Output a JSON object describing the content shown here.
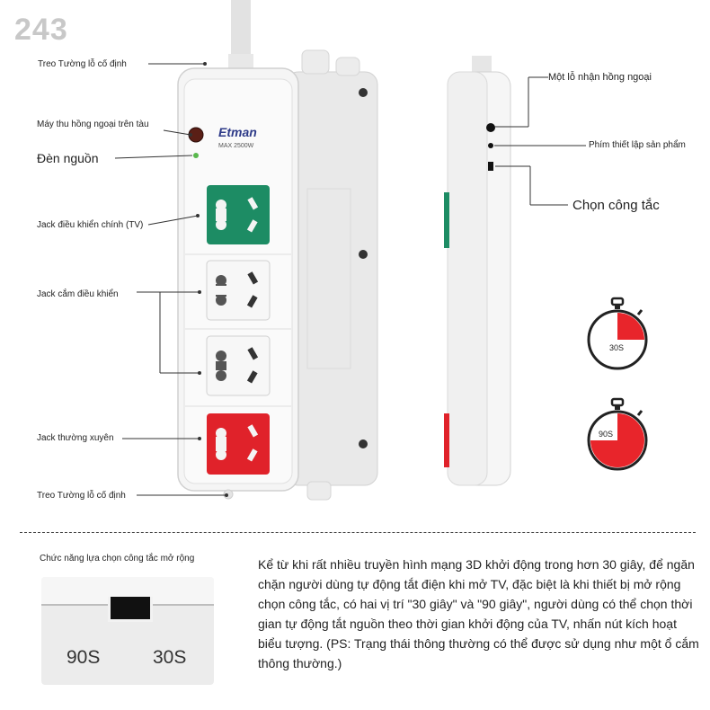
{
  "watermark": "243",
  "front_labels": {
    "wall_hole_top": "Treo Tường lỗ cố định",
    "ir_receiver": "Máy thu hồng ngoại trên tàu",
    "power_light": "Đèn nguồn",
    "main_jack": "Jack điều khiển chính (TV)",
    "controlled_jack": "Jack cắm điều khiển",
    "always_on_jack": "Jack thường xuyên",
    "wall_hole_bottom": "Treo Tường lỗ cố định"
  },
  "brand": {
    "name": "Etman",
    "model": "MAX 2500W"
  },
  "side_labels": {
    "ir_hole": "Một lỗ nhận hồng ngoại",
    "setup_key": "Phím thiết lập sản phẩm",
    "switch_select": "Chọn công tắc"
  },
  "timers": [
    {
      "label": "30S",
      "fill_fraction": 0.25,
      "color": "#e8252b"
    },
    {
      "label": "90S",
      "fill_fraction": 0.75,
      "color": "#e8252b"
    }
  ],
  "bottom": {
    "caption": "Chức năng lựa chọn công tắc mở rộng",
    "switch_left": "90S",
    "switch_right": "30S",
    "description": "Kể từ khi rất nhiều truyền hình mạng 3D khởi động trong hơn 30 giây, để ngăn chặn người dùng tự động tắt điện khi mở TV, đặc biệt là khi thiết bị mở rộng chọn công tắc, có hai vị trí \"30 giây\" và \"90 giây\", người dùng có thể chọn thời gian tự động tắt nguồn theo thời gian khởi động của TV, nhấn nút kích hoạt biểu tượng. (PS: Trạng thái thông thường có thể được sử dụng như một ổ cắm thông thường.)"
  },
  "colors": {
    "green_socket": "#1d8c64",
    "red_socket": "#e0222a",
    "body": "#f4f4f4"
  }
}
